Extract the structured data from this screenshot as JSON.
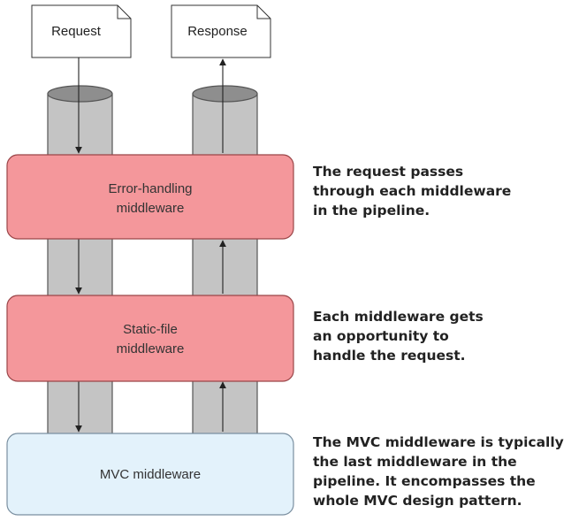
{
  "documents": {
    "request": "Request",
    "response": "Response"
  },
  "middleware": {
    "error_handling": [
      "Error-handling",
      "middleware"
    ],
    "static_file": [
      "Static-file",
      "middleware"
    ],
    "mvc": "MVC middleware"
  },
  "annotations": {
    "pipeline": [
      "The request passes",
      "through each middleware",
      "in the pipeline."
    ],
    "opportunity": [
      "Each middleware gets",
      "an opportunity to",
      "handle the request."
    ],
    "mvc": [
      "The MVC middleware is typically",
      "the last middleware in the",
      "pipeline. It encompasses the",
      "whole MVC design pattern."
    ]
  },
  "colors": {
    "middleware_fill": "#f4979b",
    "middleware_stroke": "#9a4548",
    "mvc_fill": "#e3f2fb",
    "mvc_stroke": "#7a8fa0",
    "pipe_fill": "#c4c4c4",
    "pipe_top": "#8e8e8e",
    "line": "#222222"
  }
}
